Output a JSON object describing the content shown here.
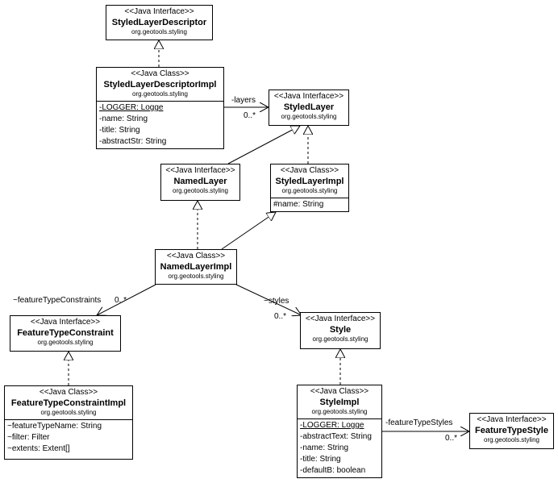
{
  "classes": {
    "sld": {
      "stereotype": "<<Java Interface>>",
      "name": "StyledLayerDescriptor",
      "package": "org.geotools.styling",
      "attributes": []
    },
    "sldImpl": {
      "stereotype": "<<Java Class>>",
      "name": "StyledLayerDescriptorImpl",
      "package": "org.geotools.styling",
      "attributes": [
        "-LOGGER: Logge",
        "-name: String",
        "-title: String",
        "-abstractStr: String"
      ]
    },
    "styledLayer": {
      "stereotype": "<<Java Interface>>",
      "name": "StyledLayer",
      "package": "org.geotools.styling",
      "attributes": []
    },
    "namedLayer": {
      "stereotype": "<<Java Interface>>",
      "name": "NamedLayer",
      "package": "org.geotools.styling",
      "attributes": []
    },
    "styledLayerImpl": {
      "stereotype": "<<Java Class>>",
      "name": "StyledLayerImpl",
      "package": "org.geotools.styling",
      "attributes": [
        "#name: String"
      ]
    },
    "namedLayerImpl": {
      "stereotype": "<<Java Class>>",
      "name": "NamedLayerImpl",
      "package": "org.geotools.styling",
      "attributes": []
    },
    "ftc": {
      "stereotype": "<<Java Interface>>",
      "name": "FeatureTypeConstraint",
      "package": "org.geotools.styling",
      "attributes": []
    },
    "style": {
      "stereotype": "<<Java Interface>>",
      "name": "Style",
      "package": "org.geotools.styling",
      "attributes": []
    },
    "ftcImpl": {
      "stereotype": "<<Java Class>>",
      "name": "FeatureTypeConstraintImpl",
      "package": "org.geotools.styling",
      "attributes": [
        "~featureTypeName: String",
        "~filter: Filter",
        "~extents: Extent[]"
      ]
    },
    "styleImpl": {
      "stereotype": "<<Java Class>>",
      "name": "StyleImpl",
      "package": "org.geotools.styling",
      "attributes": [
        "-LOGGER: Logge",
        "-abstractText: String",
        "-name: String",
        "-title: String",
        "-defaultB: boolean"
      ]
    },
    "fts": {
      "stereotype": "<<Java Interface>>",
      "name": "FeatureTypeStyle",
      "package": "org.geotools.styling",
      "attributes": []
    }
  },
  "associations": {
    "layers": {
      "role": "-layers",
      "multiplicity": "0..*"
    },
    "featureTypeConstraints": {
      "role": "~featureTypeConstraints",
      "multiplicity": "0..*"
    },
    "styles": {
      "role": "~styles",
      "multiplicity": "0..*"
    },
    "featureTypeStyles": {
      "role": "-featureTypeStyles",
      "multiplicity": "0..*"
    }
  }
}
